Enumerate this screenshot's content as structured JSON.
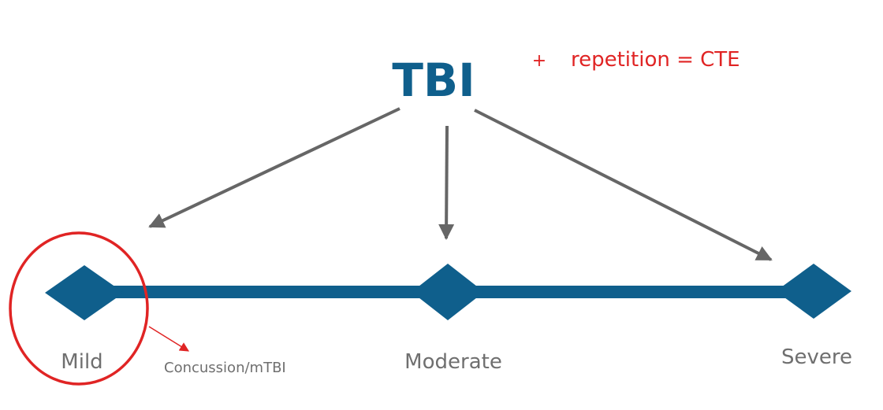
{
  "diagram": {
    "title": "TBI",
    "note": {
      "plus": "+",
      "text": "repetition = CTE"
    },
    "levels": [
      {
        "label": "Mild"
      },
      {
        "label": "Moderate"
      },
      {
        "label": "Severe"
      }
    ],
    "callout": "Concussion/mTBI"
  },
  "colors": {
    "primary": "#0f5f8c",
    "arrow": "#666666",
    "highlight": "#e02424",
    "label": "#6f6f6f"
  }
}
